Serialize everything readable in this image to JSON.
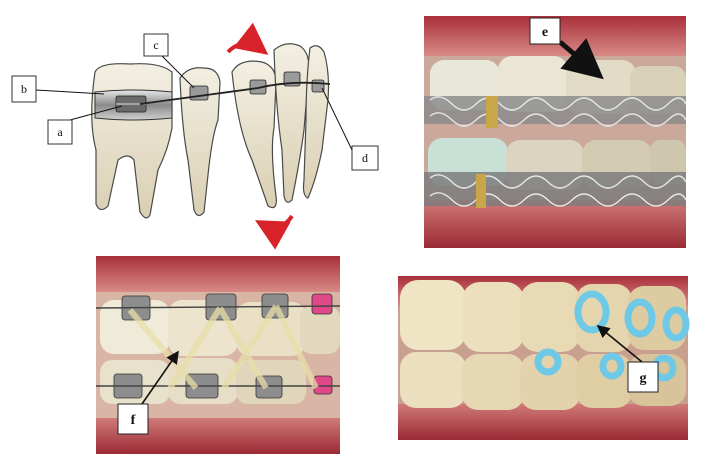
{
  "labels": {
    "a": "a",
    "b": "b",
    "c": "c",
    "d": "d",
    "e": "e",
    "f": "f",
    "g": "g"
  },
  "colors": {
    "tooth_fill": "#f1ead8",
    "tooth_stroke": "#4a4a4a",
    "bracket": "#9a9a9a",
    "rotation_arrow": "#d8232a",
    "gingiva": "#c85a5a",
    "elastic_ligature": "#6ec9e6",
    "pink_tube": "#e0488a"
  },
  "icons": {
    "top_arrow": "red-curved-arrow-icon",
    "bottom_arrow": "red-curved-arrow-icon"
  }
}
